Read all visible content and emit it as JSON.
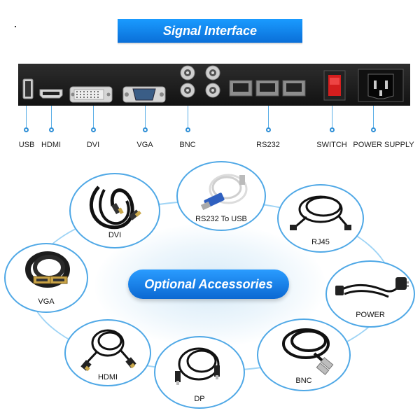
{
  "header": {
    "title": "Signal Interface"
  },
  "ports": [
    {
      "label": "USB"
    },
    {
      "label": "HDMI"
    },
    {
      "label": "DVI"
    },
    {
      "label": "VGA"
    },
    {
      "label": "BNC"
    },
    {
      "label": "RS232"
    },
    {
      "label": "SWITCH"
    },
    {
      "label": "POWER SUPPLY"
    }
  ],
  "accessories": {
    "title": "Optional Accessories",
    "items": [
      {
        "label": "DVI"
      },
      {
        "label": "RS232 To USB"
      },
      {
        "label": "RJ45"
      },
      {
        "label": "VGA"
      },
      {
        "label": "POWER"
      },
      {
        "label": "HDMI"
      },
      {
        "label": "DP"
      },
      {
        "label": "BNC"
      }
    ]
  },
  "colors": {
    "accent": "#1a86ec",
    "panel": "#1c1c1c",
    "ring": "#4fa8e6"
  }
}
